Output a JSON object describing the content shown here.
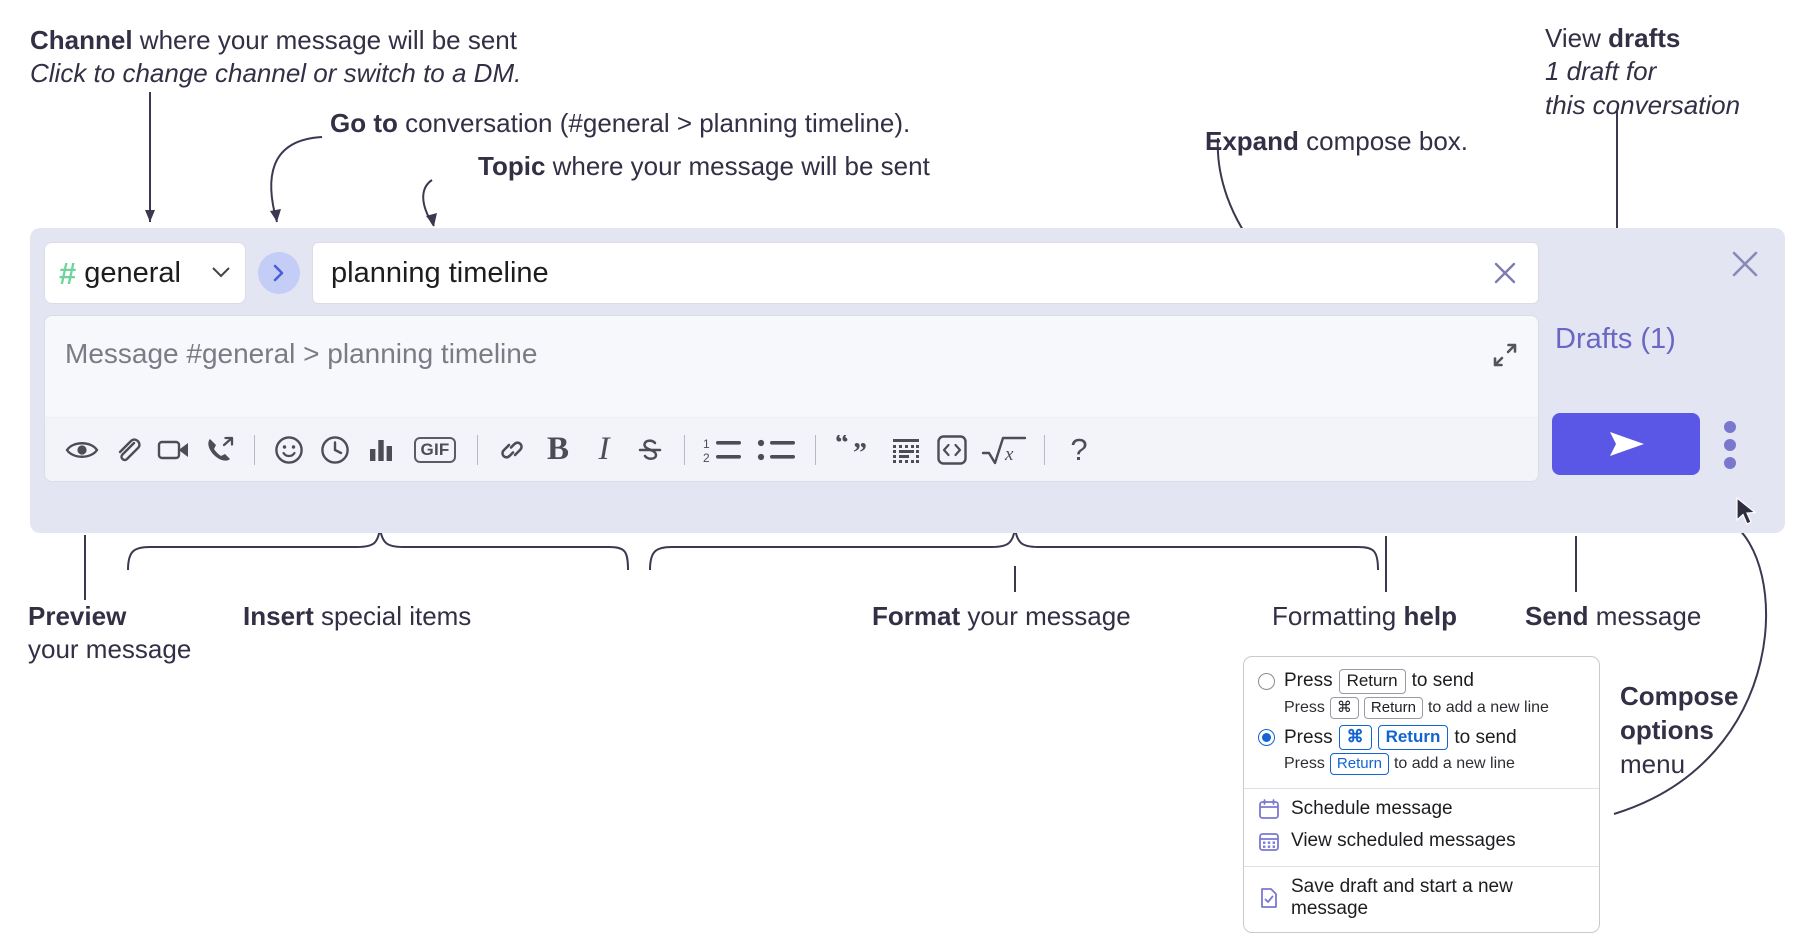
{
  "annotations": {
    "channel": {
      "bold": "Channel",
      "rest": " where your message will be sent",
      "italic": "Click to change channel or switch to a DM."
    },
    "goto": {
      "bold": "Go to",
      "rest": " conversation (#general > planning timeline)."
    },
    "topic": {
      "bold": "Topic",
      "rest": " where your message will be sent"
    },
    "expand": {
      "bold": "Expand",
      "rest": " compose box."
    },
    "drafts": {
      "plain": "View ",
      "bold": "drafts",
      "italic1": "1 draft for",
      "italic2": "this conversation"
    },
    "preview": {
      "bold": "Preview",
      "rest": "your message"
    },
    "insert": {
      "bold": "Insert",
      "rest": " special items"
    },
    "format": {
      "bold": "Format",
      "rest": " your message"
    },
    "help": {
      "plain": "Formatting ",
      "bold": "help"
    },
    "send": {
      "bold": "Send",
      "rest": " message"
    },
    "compose_options": {
      "bold1": "Compose",
      "bold2": "options",
      "rest": "menu"
    }
  },
  "compose": {
    "channel": {
      "hash": "#",
      "name": "general",
      "chevron": "∨"
    },
    "go_button_icon": "chevron-right",
    "topic": {
      "value": "planning timeline",
      "clear_icon": "close-icon"
    },
    "message": {
      "placeholder": "Message #general > planning timeline",
      "expand_icon": "expand-icon"
    },
    "toolbar": [
      {
        "name": "preview-icon",
        "label": "Preview"
      },
      {
        "name": "attachment-icon",
        "label": "Attach file"
      },
      {
        "name": "video-icon",
        "label": "Record video clip"
      },
      {
        "name": "huddle-icon",
        "label": "Start a call"
      },
      {
        "name": "separator",
        "label": ""
      },
      {
        "name": "emoji-icon",
        "label": "Emoji"
      },
      {
        "name": "clock-icon",
        "label": "Reminder"
      },
      {
        "name": "poll-icon",
        "label": "Poll"
      },
      {
        "name": "gif-icon",
        "label": "GIF"
      },
      {
        "name": "separator",
        "label": ""
      },
      {
        "name": "link-icon",
        "label": "Link"
      },
      {
        "name": "bold-icon",
        "label": "B"
      },
      {
        "name": "italic-icon",
        "label": "I"
      },
      {
        "name": "strikethrough-icon",
        "label": "Strikethrough"
      },
      {
        "name": "separator",
        "label": ""
      },
      {
        "name": "ordered-list-icon",
        "label": "Ordered list"
      },
      {
        "name": "bulleted-list-icon",
        "label": "Bulleted list"
      },
      {
        "name": "separator",
        "label": ""
      },
      {
        "name": "blockquote-icon",
        "label": "Blockquote"
      },
      {
        "name": "code-block-icon",
        "label": "Code block"
      },
      {
        "name": "inline-code-icon",
        "label": "Code"
      },
      {
        "name": "math-icon",
        "label": "Math"
      },
      {
        "name": "separator",
        "label": ""
      },
      {
        "name": "help-icon",
        "label": "?"
      }
    ],
    "drafts_link": "Drafts (1)",
    "send_label": "send-icon",
    "kebab_label": "compose-options-icon",
    "close_label": "close-icon"
  },
  "popup": {
    "options": [
      {
        "selected": false,
        "main": [
          {
            "t": "text",
            "v": "Press"
          },
          {
            "t": "key",
            "v": "Return"
          },
          {
            "t": "text",
            "v": "to send"
          }
        ],
        "sub": [
          {
            "t": "text",
            "v": "Press"
          },
          {
            "t": "key",
            "v": "⌘"
          },
          {
            "t": "key",
            "v": "Return"
          },
          {
            "t": "text",
            "v": "to add a new line"
          }
        ]
      },
      {
        "selected": true,
        "main": [
          {
            "t": "text",
            "v": "Press"
          },
          {
            "t": "key-blue",
            "v": "⌘"
          },
          {
            "t": "key-blue",
            "v": "Return"
          },
          {
            "t": "text",
            "v": "to send"
          }
        ],
        "sub": [
          {
            "t": "text",
            "v": "Press"
          },
          {
            "t": "key-blue",
            "v": "Return"
          },
          {
            "t": "text",
            "v": "to add a new line"
          }
        ]
      }
    ],
    "menu": [
      {
        "icon": "calendar-schedule-icon",
        "label": "Schedule message"
      },
      {
        "icon": "calendar-grid-icon",
        "label": "View scheduled messages"
      },
      {
        "icon": "save-draft-icon",
        "label": "Save draft and start a new message",
        "divider_above": true
      }
    ]
  },
  "colors": {
    "compose_bg": "#e3e5f3",
    "send_blue": "#5a57e6",
    "drafts_purple": "#6a67c4",
    "hash_green": "#6fd39b",
    "key_blue": "#1264d4",
    "icon_gray": "#4d4d57"
  }
}
